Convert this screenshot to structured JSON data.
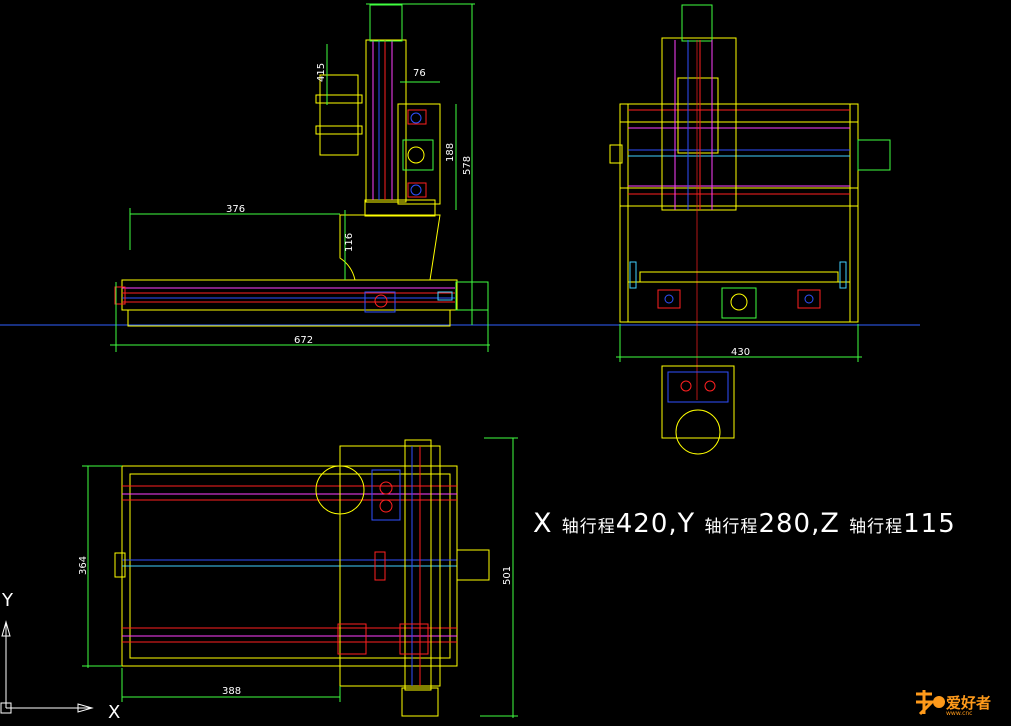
{
  "drawing": {
    "dims_side": {
      "d415": "415",
      "d76": "76",
      "d188": "188",
      "d578": "578",
      "d376": "376",
      "d116": "116",
      "d672": "672"
    },
    "dims_front": {
      "d430": "430"
    },
    "dims_top": {
      "d364": "364",
      "d501": "501",
      "d388": "388"
    },
    "axis": {
      "x": "X",
      "y": "Y"
    }
  },
  "caption": {
    "x_axis": "X",
    "x_label": "轴行程",
    "x_value": "420",
    "sep1": ",",
    "y_axis": "Y",
    "y_label": "轴行程",
    "y_value": "280",
    "sep2": ",",
    "z_axis": "Z",
    "z_label": "轴行程",
    "z_value": "115"
  },
  "watermark": {
    "name": "爱好者",
    "sub": "www.cnc"
  },
  "colors": {
    "outline": "#ffff00",
    "frame": "#ffffff",
    "rail_red": "#ff2020",
    "rail_mag": "#ff40ff",
    "blue": "#3050ff",
    "cyan": "#40d0ff",
    "green": "#40ff40",
    "baseline": "#3060ff"
  }
}
